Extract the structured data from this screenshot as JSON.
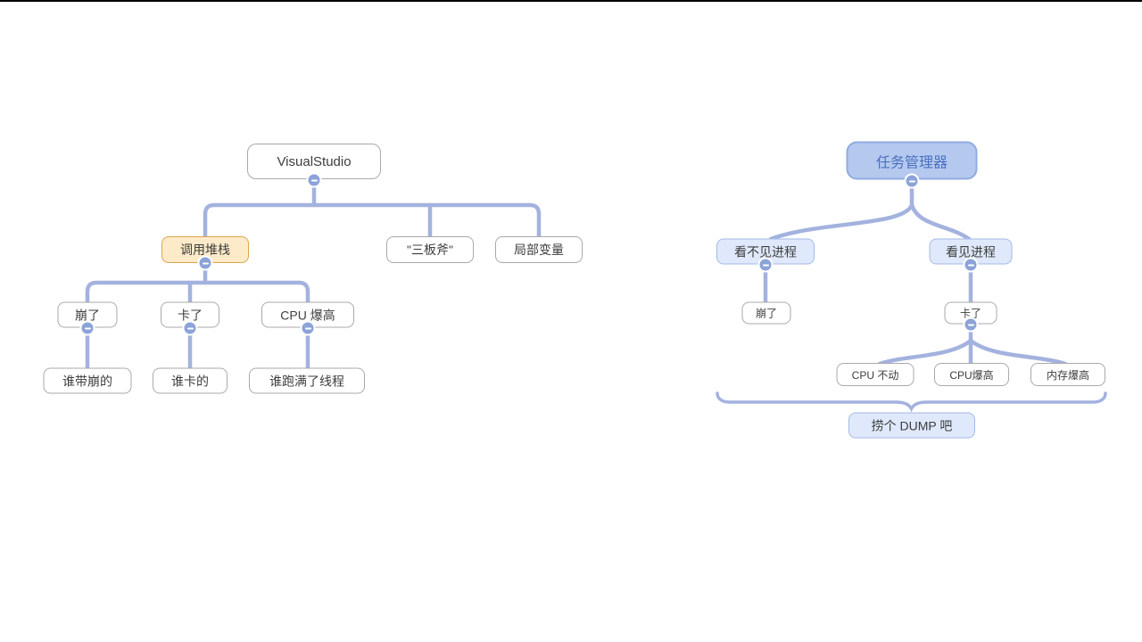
{
  "colors": {
    "canvas_bg": "#ffffff",
    "top_line": "#000000",
    "connector": "#a3b2de",
    "toggle": "#8ca3d9",
    "text": "#3d3d3d",
    "gray_border": "#a9a9a9",
    "orange_bg": "#fdeac9",
    "orange_border": "#dca54f",
    "blue_root_bg": "#b5c9ef",
    "blue_root_border": "#8fabe0",
    "blue_root_text": "#4a70bf",
    "light_blue_bg": "#dfe9fb",
    "light_blue_border": "#a4b9e6"
  },
  "left_tree": {
    "root": "VisualStudio",
    "nodes": {
      "call_stack": "调用堆栈",
      "three_axes": "\"三板斧\"",
      "local_vars": "局部变量",
      "crashed": "崩了",
      "stuck": "卡了",
      "cpu_high": "CPU 爆高",
      "who_crashed": "谁带崩的",
      "who_stuck": "谁卡的",
      "who_threads": "谁跑满了线程"
    }
  },
  "right_tree": {
    "root": "任务管理器",
    "nodes": {
      "invisible_process": "看不见进程",
      "visible_process": "看见进程",
      "crashed": "崩了",
      "stuck": "卡了",
      "cpu_idle": "CPU 不动",
      "cpu_high": "CPU爆高",
      "mem_high": "内存爆高",
      "dump": "捞个 DUMP 吧"
    }
  }
}
